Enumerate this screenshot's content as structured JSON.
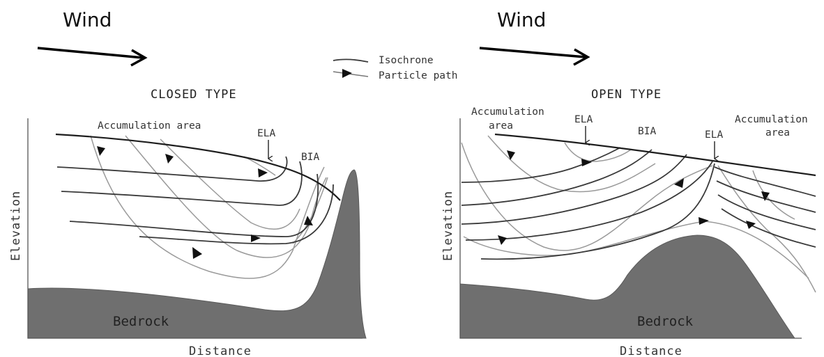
{
  "wind": {
    "left_label": "Wind",
    "right_label": "Wind"
  },
  "legend": {
    "isochrone": "Isochrone",
    "particle_path": "Particle path"
  },
  "closed": {
    "title": "CLOSED TYPE",
    "accumulation": "Accumulation area",
    "ela": "ELA",
    "bia": "BIA",
    "bedrock": "Bedrock",
    "xlabel": "Distance",
    "ylabel": "Elevation"
  },
  "open": {
    "title": "OPEN TYPE",
    "accumulation_left_1": "Accumulation",
    "accumulation_left_2": "area",
    "ela_left": "ELA",
    "bia": "BIA",
    "ela_right": "ELA",
    "accumulation_right_1": "Accumulation",
    "accumulation_right_2": "area",
    "bedrock": "Bedrock",
    "xlabel": "Distance",
    "ylabel": "Elevation"
  }
}
